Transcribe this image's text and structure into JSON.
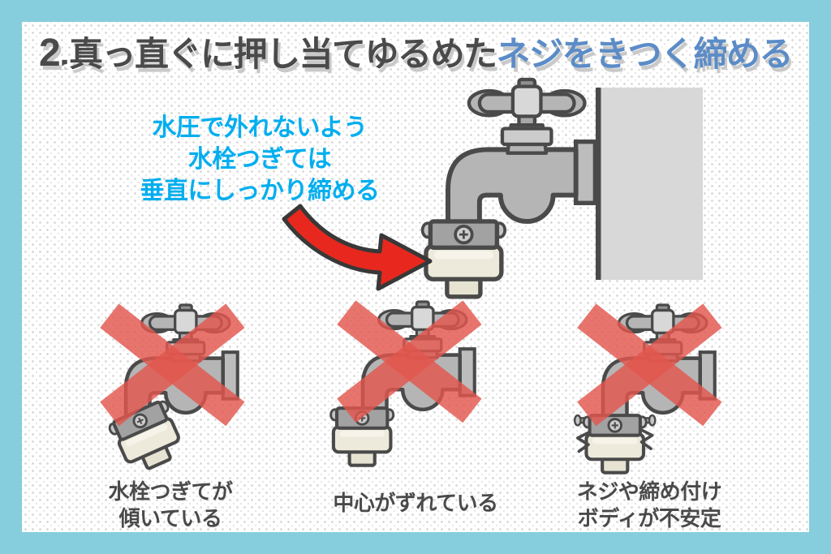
{
  "title": {
    "number": "2.",
    "black_part": "真っ直ぐに押し当てゆるめた",
    "blue_part": "ネジをきつく締める"
  },
  "annotation": {
    "text": "水圧で外れないよう\n水栓つぎては\n垂直にしっかり締める"
  },
  "main_illustration": {
    "description": "correct-faucet-with-connector-on-wall"
  },
  "examples": [
    {
      "caption": "水栓つぎてが\n傾いている",
      "icon": "crossed-out-faucet-tilted-connector"
    },
    {
      "caption": "中心がずれている",
      "icon": "crossed-out-faucet-offcenter-connector"
    },
    {
      "caption": "ネジや締め付け\nボディが不安定",
      "icon": "crossed-out-faucet-unstable-connector"
    }
  ],
  "icons": {
    "red_x": "x-mark",
    "arrow": "curved-red-arrow",
    "shake": "vibration-zigzag-marks"
  },
  "colors": {
    "frame_blue": "#86cedd",
    "title_dark": "#4a4a4a",
    "title_blue": "#5b8cc7",
    "annotation_blue": "#00aeef",
    "x_red": "#e2574e",
    "arrow_red": "#e8281e",
    "faucet_gray": "#b5b5b5",
    "connector_cream": "#edeadb",
    "wall_gray": "#d8d8d8"
  }
}
